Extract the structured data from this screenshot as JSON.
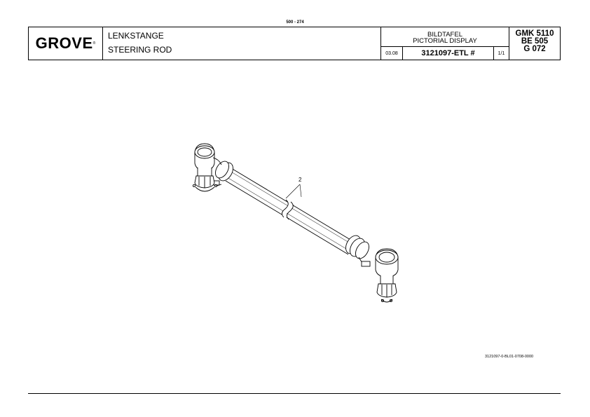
{
  "header": {
    "page_number": "500 - 274"
  },
  "title_block": {
    "logo_text": "GROVE",
    "logo_mark": "®",
    "description_de": "LENKSTANGE",
    "description_en": "STEERING ROD",
    "doc_type_de": "BILDTAFEL",
    "doc_type_en": "PICTORIAL DISPLAY",
    "date": "03.08",
    "document_number": "3121097-ETL #",
    "sheet": "1/1",
    "model_line1": "GMK 5110",
    "model_line2": "BE 505",
    "model_line3": "G 072"
  },
  "drawing": {
    "callouts": [
      "2"
    ]
  },
  "footer": {
    "drawing_reference": "3121097-0-BL01-0708-0000"
  }
}
